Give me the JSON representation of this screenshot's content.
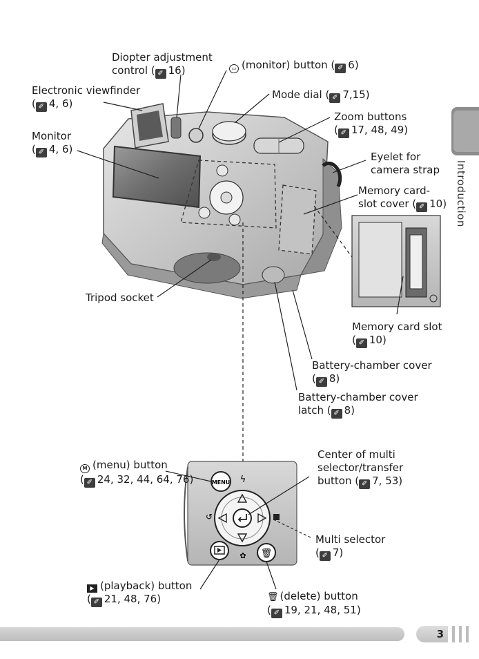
{
  "labels": {
    "diopter": {
      "line1": "Diopter adjustment",
      "line2_text": "control (",
      "ref": "16",
      "close": ")"
    },
    "monitor_button": {
      "text": "(monitor) button (",
      "ref": "6",
      "close": ")"
    },
    "electronic_viewfinder": {
      "line1": "Electronic viewfinder",
      "open": "(",
      "ref": "4, 6",
      "close": ")"
    },
    "mode_dial": {
      "text": "Mode dial (",
      "ref": "7,15",
      "close": ")"
    },
    "zoom_buttons": {
      "line1": "Zoom buttons",
      "open": "(",
      "ref": "17, 48, 49",
      "close": ")"
    },
    "monitor": {
      "line1": "Monitor",
      "open": "(",
      "ref": "4, 6",
      "close": ")"
    },
    "eyelet": {
      "line1": "Eyelet for",
      "line2": "camera strap"
    },
    "memory_card_cover": {
      "line1": "Memory card-",
      "line2_text": "slot cover (",
      "ref": "10",
      "close": ")"
    },
    "tripod_socket": {
      "text": "Tripod socket"
    },
    "memory_card_slot": {
      "line1": "Memory card slot",
      "open": "(",
      "ref": "10",
      "close": ")"
    },
    "battery_cover": {
      "line1": "Battery-chamber cover",
      "open": "(",
      "ref": "8",
      "close": ")"
    },
    "battery_latch": {
      "line1": "Battery-chamber cover",
      "line2_text": "latch (",
      "ref": "8",
      "close": ")"
    },
    "menu_button": {
      "text": "(menu) button",
      "open": "(",
      "ref": "24, 32, 44, 64, 76",
      "close": ")"
    },
    "center_multi": {
      "line1": "Center of multi",
      "line2": "selector/transfer",
      "line3_text": "button (",
      "ref": "7, 53",
      "close": ")"
    },
    "multi_selector": {
      "line1": "Multi selector",
      "open": "(",
      "ref": "7",
      "close": ")"
    },
    "playback_button": {
      "text": "(playback) button",
      "open": "(",
      "ref": "21, 48, 76",
      "close": ")"
    },
    "delete_button": {
      "text": "(delete) button",
      "open": "(",
      "ref": "19, 21, 48, 51",
      "close": ")"
    }
  },
  "icons": {
    "ref_icon": "reference-page-icon",
    "monitor_icon": "monitor-icon",
    "menu_icon": "menu-icon",
    "playback_icon": "playback-icon",
    "delete_icon": "trash-icon"
  },
  "section_tab": "Introduction",
  "page_number": "3",
  "colors": {
    "tab": "#8c8c8c",
    "footer": "#c8c8c8",
    "ref_icon_bg": "#3d3d3d"
  }
}
